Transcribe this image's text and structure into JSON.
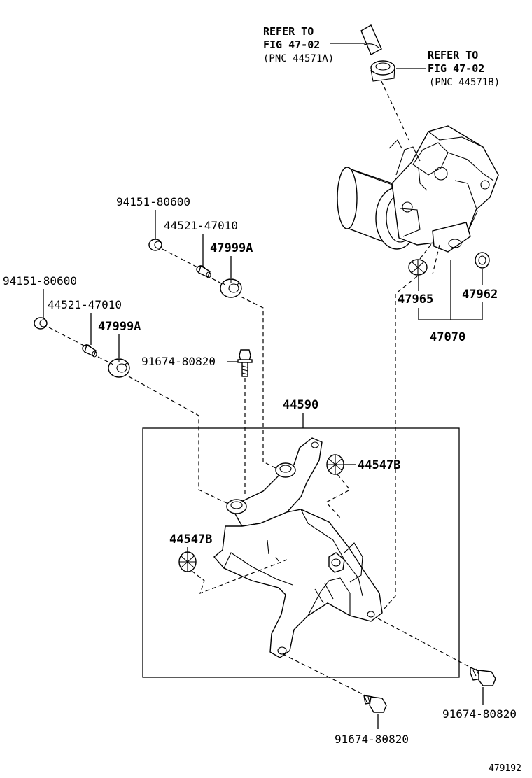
{
  "refs": {
    "upper_left": [
      "REFER TO",
      "FIG 47-02",
      "(PNC 44571A)"
    ],
    "upper_right": [
      "REFER TO",
      "FIG 47-02",
      "(PNC 44571B)"
    ]
  },
  "part_numbers": {
    "p94151_top": "94151-80600",
    "p44521_top": "44521-47010",
    "p47999a_top": "47999A",
    "p94151_left": "94151-80600",
    "p44521_left": "44521-47010",
    "p47999a_left": "47999A",
    "p91674_mid": "91674-80820",
    "p44590": "44590",
    "p44547b_right": "44547B",
    "p44547b_left": "44547B",
    "p47965": "47965",
    "p47962": "47962",
    "p47070": "47070",
    "p91674_right": "91674-80820",
    "p91674_bottom": "91674-80820"
  },
  "figure_id": "479192"
}
